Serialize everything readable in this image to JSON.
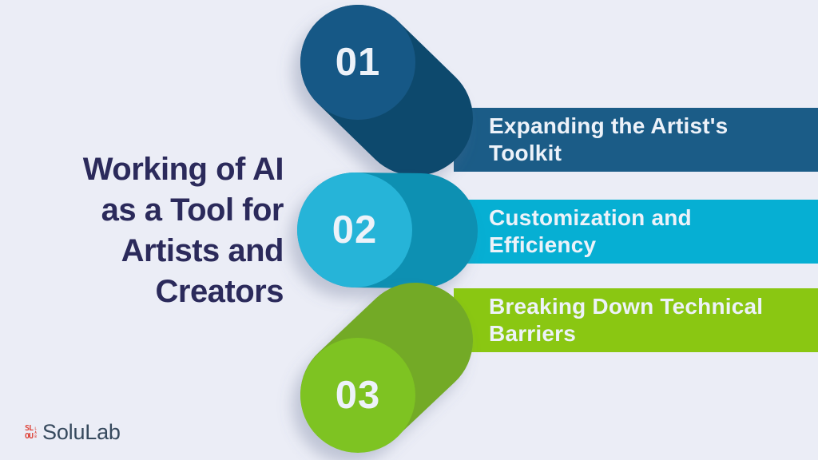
{
  "page": {
    "background_color": "#ebedf6"
  },
  "title": {
    "text": "Working of AI\nas a Tool for\nArtists and\nCreators",
    "color": "#2b2a5b"
  },
  "steps": [
    {
      "number": "01",
      "label": "Expanding the Artist's\nToolkit",
      "circle_color": "#175986",
      "cylinder_color": "#114a6d",
      "bar_color": "#1b5c87"
    },
    {
      "number": "02",
      "label": "Customization and\nEfficiency",
      "circle_color": "#28b4d8",
      "cylinder_color": "#1090b2",
      "bar_color": "#06afd3"
    },
    {
      "number": "03",
      "label": "Breaking Down Technical\nBarriers",
      "circle_color": "#7ec322",
      "cylinder_color": "#73aa25",
      "bar_color": "#8ac712"
    }
  ],
  "text_on_bars_color": "#edf2f9",
  "footer": {
    "brand": {
      "mark_row1": "SL",
      "mark_row2": "OU",
      "mark_vertical": "LAB",
      "mark_color": "#de473d",
      "name": "SoluLab",
      "name_color": "#36495d"
    }
  }
}
